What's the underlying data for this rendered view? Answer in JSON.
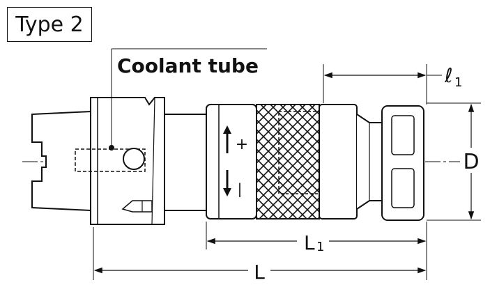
{
  "type_label": "Type 2",
  "callout": {
    "coolant_tube": "Coolant tube"
  },
  "dimensions": {
    "l1": "ℓ",
    "l1_sub": "1",
    "D": "D",
    "L1": "L",
    "L1_sub": "1",
    "L": "L"
  },
  "symbols": {
    "plus": "+",
    "minus": "|"
  },
  "colors": {
    "line": "#111111",
    "background": "#ffffff"
  }
}
